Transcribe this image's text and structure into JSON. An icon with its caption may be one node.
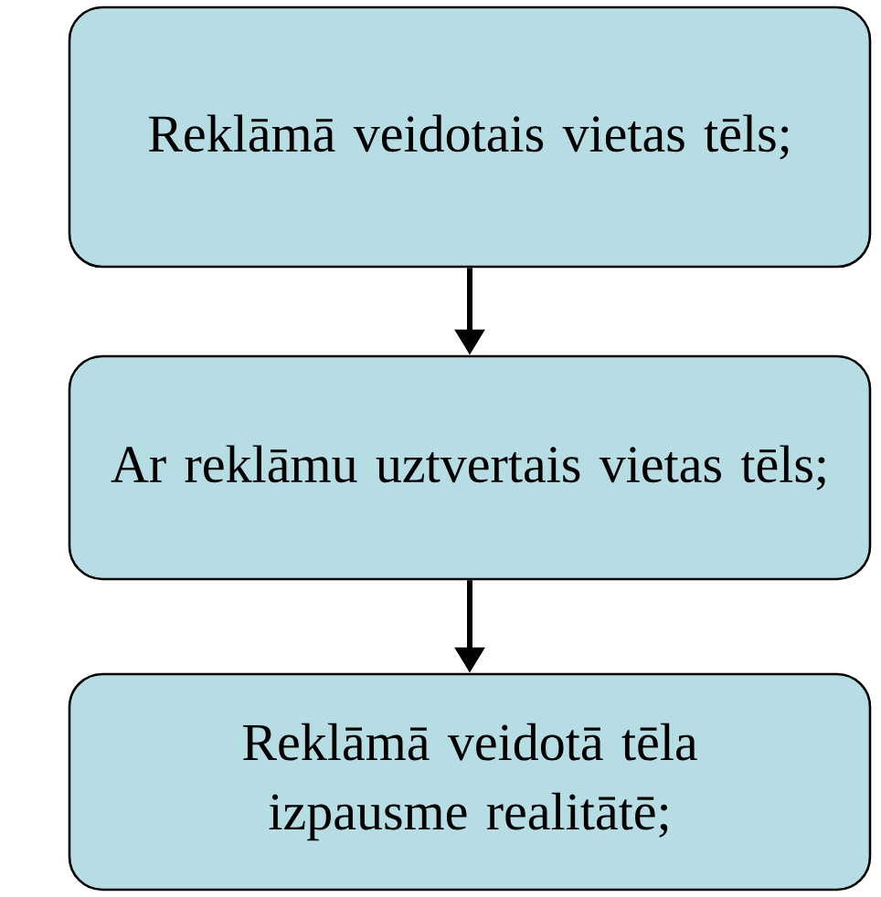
{
  "diagram": {
    "nodes": [
      {
        "text": [
          "Reklāmā veidotais vietas tēls;"
        ]
      },
      {
        "text": [
          "Ar reklāmu uztvertais vietas tēls;"
        ]
      },
      {
        "text": [
          "Reklāmā veidotā tēla izpausme realitātē;"
        ]
      }
    ],
    "edges": [
      {
        "from": 0,
        "to": 1,
        "arrow": "to"
      },
      {
        "from": 1,
        "to": 2,
        "arrow": "to"
      }
    ]
  }
}
